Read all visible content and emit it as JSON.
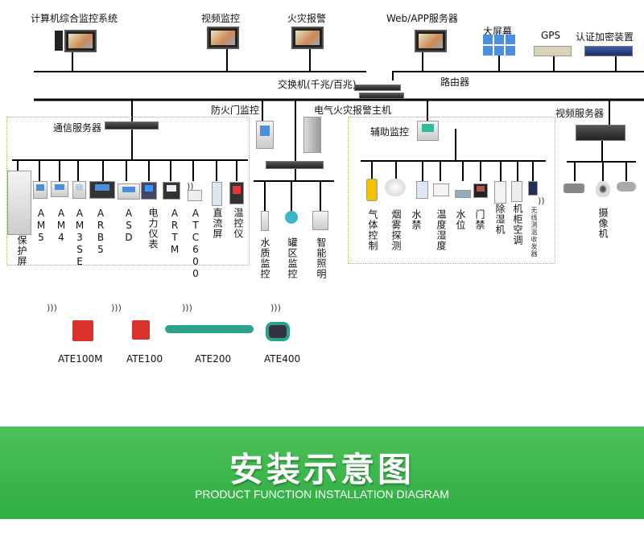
{
  "top_nodes": {
    "computer": "计算机综合监控系统",
    "video": "视频监控",
    "fire": "火灾报警",
    "web": "Web/APP服务器",
    "screen": "大屏幕",
    "gps": "GPS",
    "auth": "认证加密装置"
  },
  "switch": "交换机(千兆/百兆)",
  "router": "路由器",
  "mid_nodes": {
    "comm": "通信服务器",
    "firedoor": "防火门监控",
    "elec_fire": "电气火灾报警主机",
    "aux": "辅助监控",
    "video_server": "视频服务器"
  },
  "left_devices": [
    "保护屏",
    "AM5",
    "AM4",
    "AM3SE",
    "ARB5",
    "ASD",
    "电力仪表",
    "ARTM",
    "ATC600",
    "直流屏",
    "温控仪"
  ],
  "middle_devices": [
    "水质监控",
    "罐区监控",
    "智能照明"
  ],
  "aux_devices": [
    "气体控制",
    "烟雾探测",
    "水禁",
    "温度湿度",
    "水位",
    "门禁",
    "除湿机",
    "机柜空调",
    "无线测温收发器"
  ],
  "camera": "摄像机",
  "wireless_sensors": [
    "ATE100M",
    "ATE100",
    "ATE200",
    "ATE400"
  ],
  "banner": {
    "title": "安装示意图",
    "subtitle": "PRODUCT FUNCTION INSTALLATION DIAGRAM",
    "color": "#3dbb4b"
  }
}
